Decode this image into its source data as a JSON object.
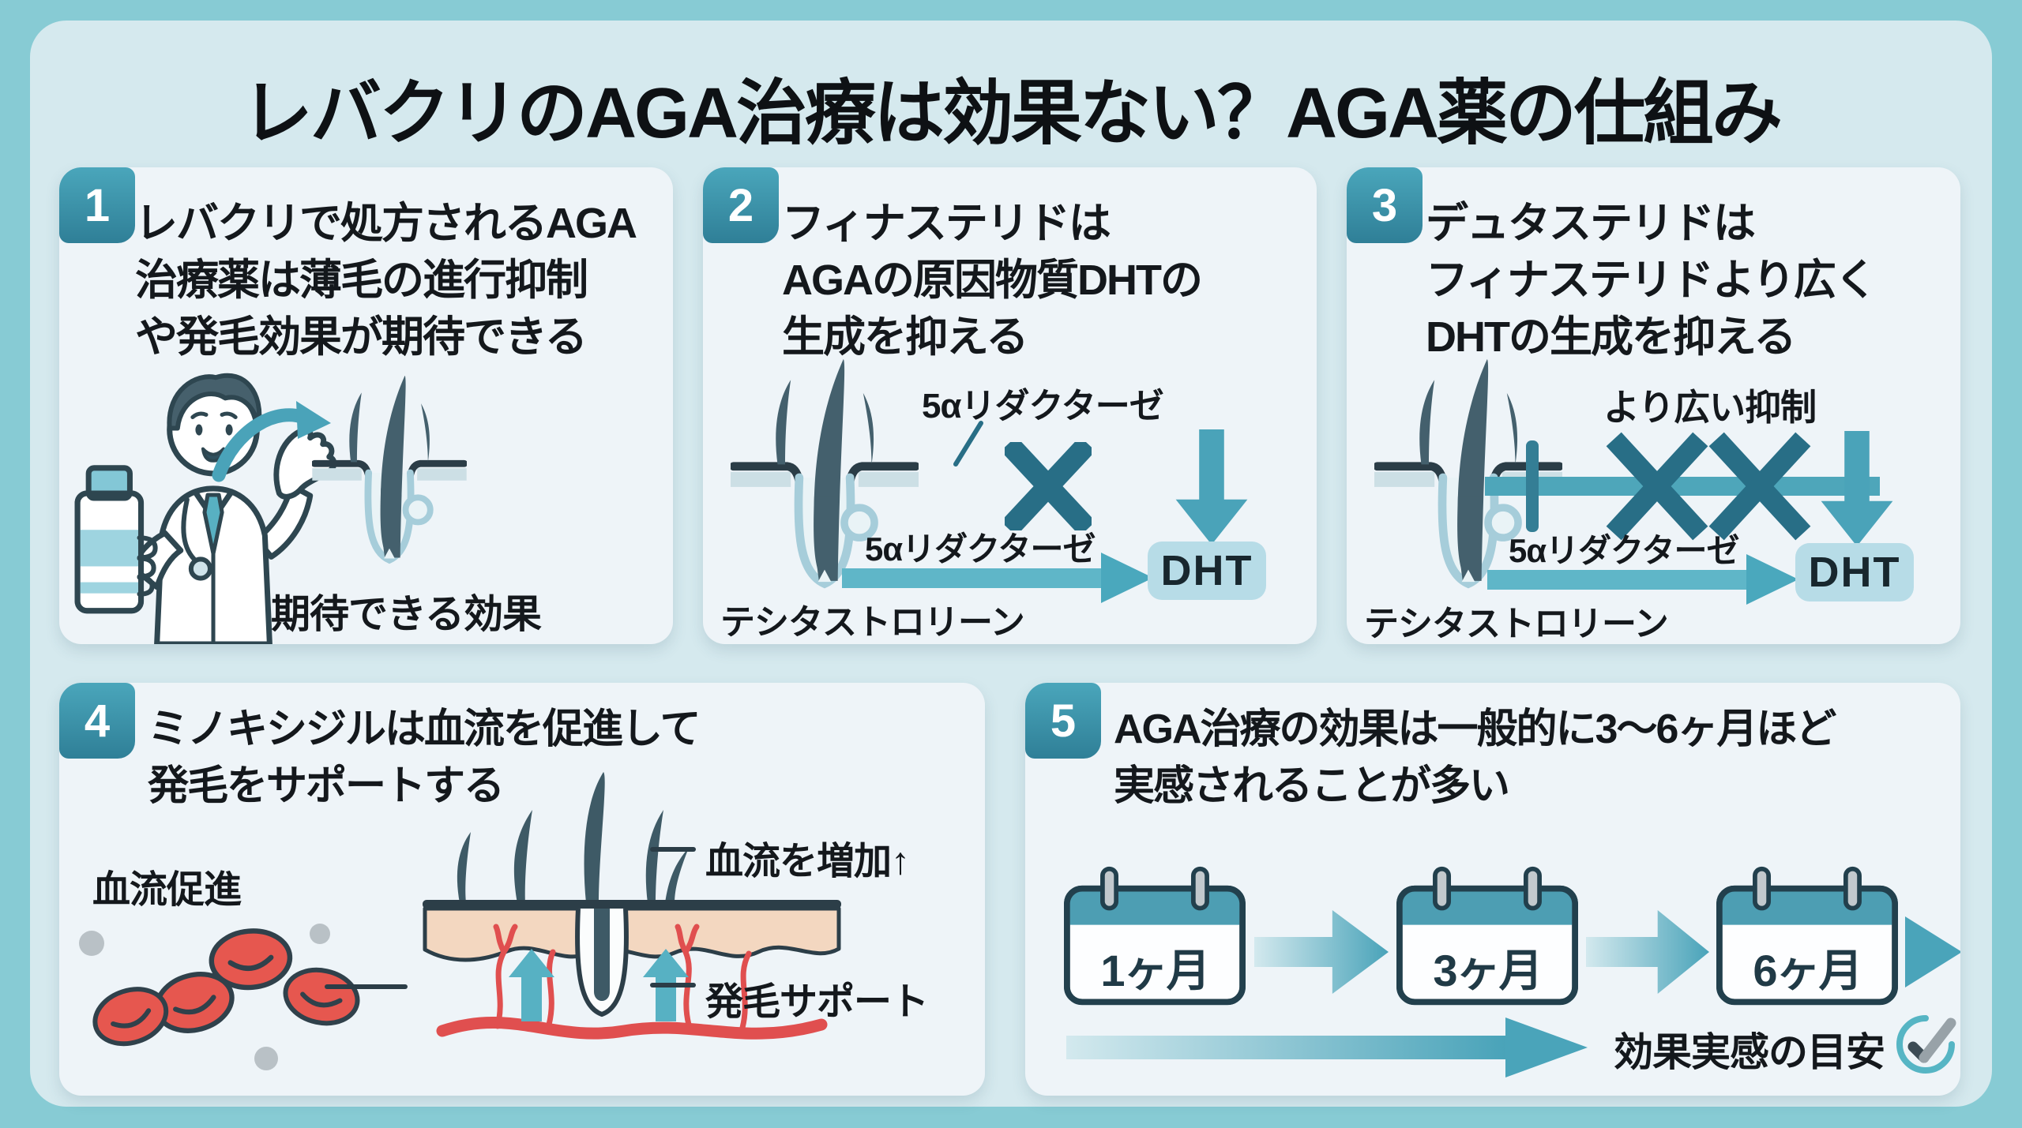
{
  "title": "レバクリのAGA治療は効果ない？AGA薬の仕組み",
  "colors": {
    "outer_bg": "#87cbd4",
    "container_bg": "#d5e9ee",
    "card_bg": "#eef4f8",
    "badge_teal": "#3e96ab",
    "arrow_teal": "#4aa3b9",
    "cross_teal": "#286e86",
    "dht_box": "#b7dce7",
    "blood_red": "#e6574f",
    "skin_peach": "#f3d7c0",
    "hair_dark": "#44606d"
  },
  "panels": {
    "p1": {
      "number": "1",
      "heading": "レバクリで処方されるAGA\n治療薬は薄毛の進行抑制\nや発毛効果が期待できる",
      "caption": "期待できる効果"
    },
    "p2": {
      "number": "2",
      "heading": "フィナステリドは\nAGAの原因物質DHTの\n生成を抑える",
      "enzyme_top": "5αリダクターゼ",
      "enzyme_bottom": "5αリダクターゼ",
      "dht": "DHT",
      "substrate": "テシタストロリーン"
    },
    "p3": {
      "number": "3",
      "heading": "デュタステリドは\nフィナステリドより広く\nDHTの生成を抑える",
      "suppression": "より広い抑制",
      "enzyme": "5αリダクターゼ",
      "dht": "DHT",
      "substrate": "テシタストロリーン"
    },
    "p4": {
      "number": "4",
      "heading": "ミノキシジルは血流を促進して\n発毛をサポートする",
      "blood_flow": "血流促進",
      "increase": "血流を増加↑",
      "support": "発毛サポート"
    },
    "p5": {
      "number": "5",
      "heading": "AGA治療の効果は一般的に3〜6ヶ月ほど\n実感されることが多い",
      "months": [
        "1ヶ月",
        "3ヶ月",
        "6ヶ月"
      ],
      "footer": "効果実感の目安"
    }
  }
}
